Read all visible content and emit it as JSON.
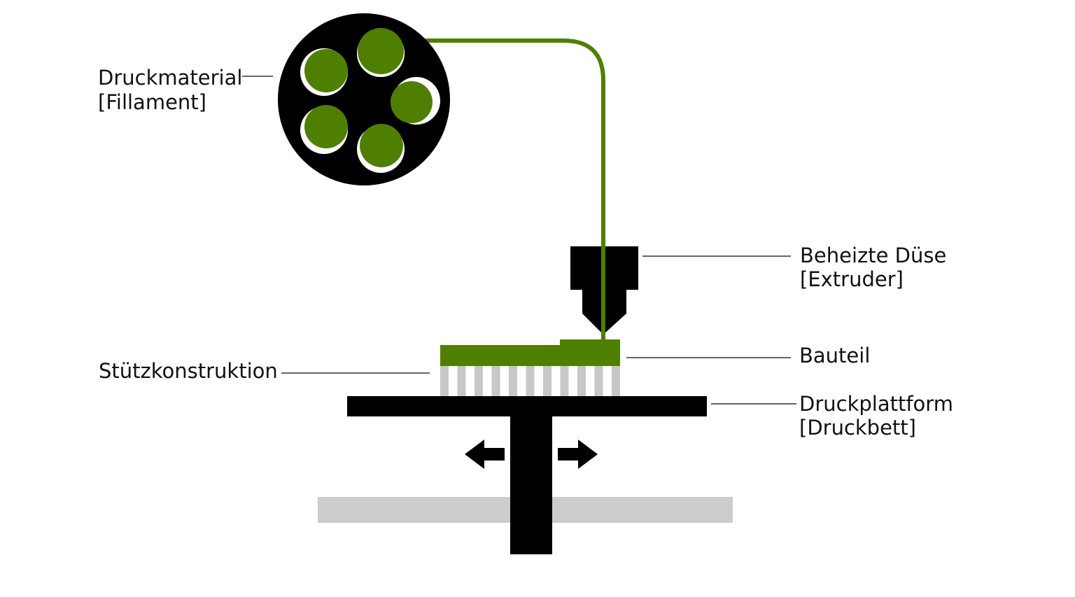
{
  "labels": {
    "filament": {
      "line1": "Druckmaterial",
      "line2": "[Fillament]"
    },
    "extruder": {
      "line1": "Beheizte Düse",
      "line2": "[Extruder]"
    },
    "part": {
      "line1": "Bauteil"
    },
    "support": {
      "line1": "Stützkonstruktion"
    },
    "platform": {
      "line1": "Druckplattform",
      "line2": "[Druckbett]"
    }
  },
  "colors": {
    "filament_green": "#4f7f00",
    "machine_black": "#000000",
    "support_gray": "#c8c8c8",
    "base_gray": "#cccccc",
    "leader_line": "#333333"
  },
  "icons": {
    "spool": "filament-spool-icon",
    "nozzle": "nozzle-icon",
    "arrow_left": "arrow-left-icon",
    "arrow_right": "arrow-right-icon"
  }
}
